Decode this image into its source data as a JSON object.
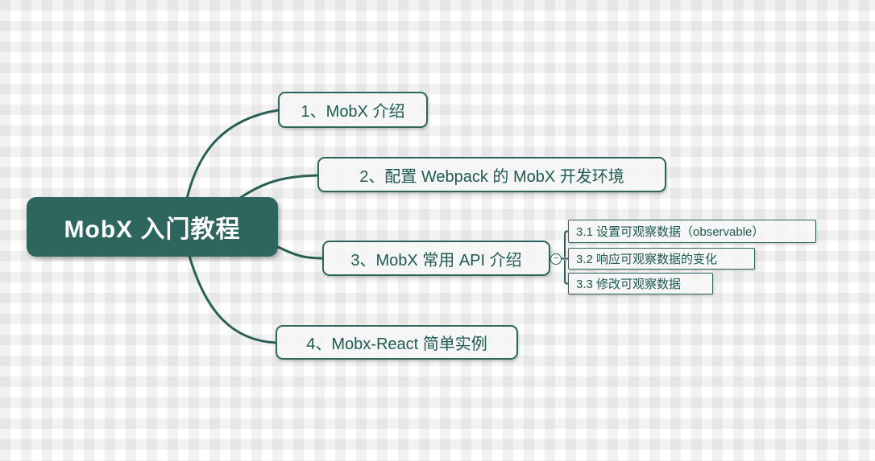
{
  "app": {
    "type": "mindmap-editor-canvas"
  },
  "colors": {
    "root_fill": "#2D665C",
    "root_text": "#FFFFFF",
    "connector_line": "#2A5F55",
    "branch_border": "#2B665C",
    "branch_text": "#1F5A51",
    "branch_fill": "#F5F6F5",
    "canvas_background": "#FFFFFF",
    "plaid_stripe": "#EDEDED"
  },
  "mindmap": {
    "root": {
      "label": "MobX 入门教程"
    },
    "branches": [
      {
        "label": "1、MobX 介绍"
      },
      {
        "label": "2、配置 Webpack 的 MobX 开发环境"
      },
      {
        "label": "3、MobX 常用 API 介绍",
        "collapse_toggle": "−",
        "children": [
          {
            "label": "3.1 设置可观察数据（observable）"
          },
          {
            "label": "3.2 响应可观察数据的变化"
          },
          {
            "label": "3.3 修改可观察数据"
          }
        ]
      },
      {
        "label": "4、Mobx-React 简单实例"
      }
    ]
  }
}
